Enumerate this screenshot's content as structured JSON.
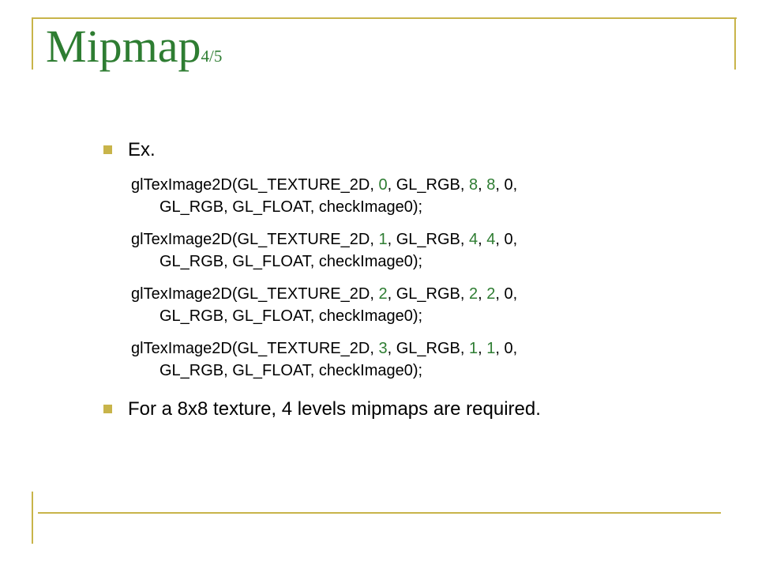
{
  "slide": {
    "title": "Mipmap",
    "title_suffix": "4/5",
    "accent_color": "#c8b44a",
    "title_color": "#2e7d32"
  },
  "bullets": {
    "ex_label": "Ex.",
    "summary": "For a 8x8 texture, 4 levels mipmaps are required."
  },
  "code_lines": [
    {
      "fn": "glTexImage2D(GL_TEXTURE_2D, ",
      "level": "0",
      "mid": ", GL_RGB, ",
      "width": "8",
      "sep": ", ",
      "height": "8",
      "end": ", 0,",
      "line2": "GL_RGB, GL_FLOAT, checkImage0);"
    },
    {
      "fn": "glTexImage2D(GL_TEXTURE_2D, ",
      "level": "1",
      "mid": ", GL_RGB, ",
      "width": "4",
      "sep": ", ",
      "height": "4",
      "end": ", 0,",
      "line2": "GL_RGB, GL_FLOAT, checkImage0);"
    },
    {
      "fn": "glTexImage2D(GL_TEXTURE_2D, ",
      "level": "2",
      "mid": ", GL_RGB, ",
      "width": "2",
      "sep": ", ",
      "height": "2",
      "end": ", 0,",
      "line2": "GL_RGB, GL_FLOAT, checkImage0);"
    },
    {
      "fn": "glTexImage2D(GL_TEXTURE_2D, ",
      "level": "3",
      "mid": ", GL_RGB, ",
      "width": "1",
      "sep": ", ",
      "height": "1",
      "end": ", 0,",
      "line2": "GL_RGB, GL_FLOAT, checkImage0);"
    }
  ]
}
